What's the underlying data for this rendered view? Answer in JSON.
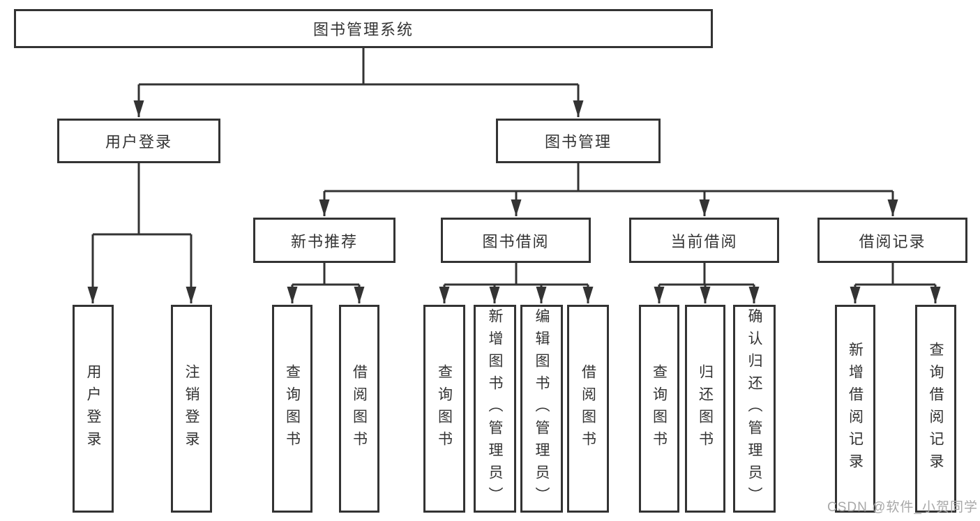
{
  "tree": {
    "root": {
      "label": "图书管理系统"
    },
    "children": [
      {
        "label": "用户登录",
        "children": [
          {
            "label": "用户登录"
          },
          {
            "label": "注销登录"
          }
        ]
      },
      {
        "label": "图书管理",
        "children": [
          {
            "label": "新书推荐",
            "children": [
              {
                "label": "查询图书"
              },
              {
                "label": "借阅图书"
              }
            ]
          },
          {
            "label": "图书借阅",
            "children": [
              {
                "label": "查询图书"
              },
              {
                "label": "新增图书（管理员）"
              },
              {
                "label": "编辑图书（管理员）"
              },
              {
                "label": "借阅图书"
              }
            ]
          },
          {
            "label": "当前借阅",
            "children": [
              {
                "label": "查询图书"
              },
              {
                "label": "归还图书"
              },
              {
                "label": "确认归还（管理员）"
              }
            ]
          },
          {
            "label": "借阅记录",
            "children": [
              {
                "label": "新增借阅记录"
              },
              {
                "label": "查询借阅记录"
              }
            ]
          }
        ]
      }
    ]
  },
  "watermark": {
    "text": "CSDN @软件_小贺同学"
  },
  "colors": {
    "line": "#333333",
    "text": "#333333",
    "watermark": "#a8a8a8",
    "background": "#ffffff"
  }
}
